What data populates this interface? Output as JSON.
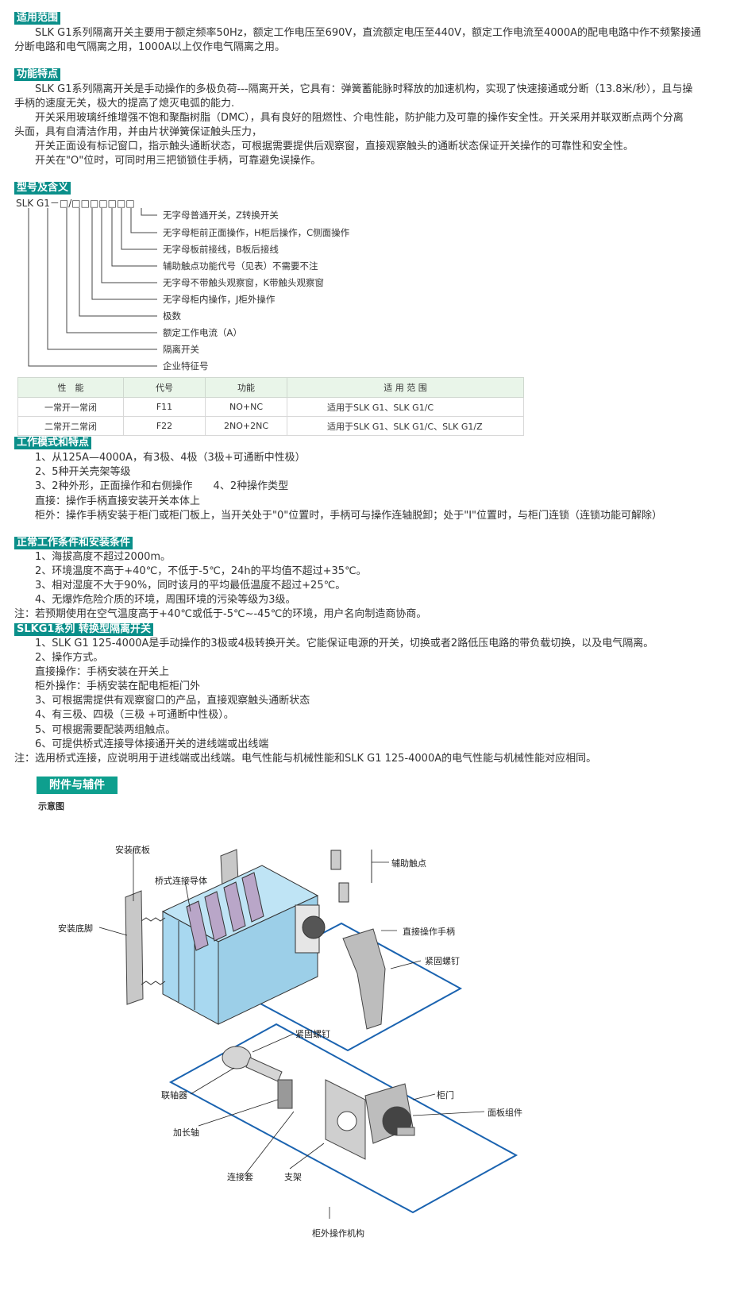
{
  "colors": {
    "section_bg": "#0a8f8a",
    "table_header_bg": "#e9f5e9",
    "diagram_fill": "#a8d8f0",
    "frame_blue": "#1a63b0"
  },
  "scope": {
    "title": "适用范围",
    "lines": [
      "SLK G1系列隔离开关主要用于额定频率50Hz，额定工作电压至690V，直流额定电压至440V，额定工作电流至4000A的配电电路中作不频繁接通",
      "分断电路和电气隔离之用，1000A以上仅作电气隔离之用。"
    ]
  },
  "features": {
    "title": "功能特点",
    "lines": [
      "SLK G1系列隔离开关是手动操作的多极负荷---隔离开关，它具有：弹簧蓄能脉时释放的加速机构，实现了快速接通或分断（13.8米/秒），且与操",
      "手柄的速度无关，极大的提高了熄灭电弧的能力.",
      "开关采用玻璃纤维增强不饱和聚酯树脂（DMC），具有良好的阻燃性、介电性能，防护能力及可靠的操作安全性。开关采用并联双断点两个分离",
      "头面，具有自清洁作用，并由片状弹簧保证触头压力，",
      "开关正面设有标记窗口，指示触头通断状态，可根据需要提供后观察窗，直接观察触头的通断状态保证开关操作的可靠性和安全性。",
      "开关在\"O\"位时，可同时用三把锁锁住手柄，可靠避免误操作。"
    ]
  },
  "model": {
    "title": "型号及含义",
    "code": "SLK G1－□/□□□□□□□",
    "items": [
      "无字母普通开关，Z转换开关",
      "无字母柜前正面操作，H柜后操作，C侧面操作",
      "无字母板前接线，B板后接线",
      "辅助触点功能代号（见表）不需要不注",
      "无字母不带触头观察窗，K带触头观察窗",
      "无字母柜内操作，J柜外操作",
      "极数",
      "额定工作电流（A）",
      "隔离开关",
      "企业特征号"
    ]
  },
  "table": {
    "headers": [
      "性　能",
      "代号",
      "功能",
      "适 用 范 围"
    ],
    "rows": [
      [
        "一常开一常闭",
        "F11",
        "NO+NC",
        "适用于SLK G1、SLK G1/C"
      ],
      [
        "二常开二常闭",
        "F22",
        "2NO+2NC",
        "适用于SLK G1、SLK G1/C、SLK G1/Z"
      ]
    ]
  },
  "modes": {
    "title": "工作模式和特点",
    "lines": [
      "1、从125A—4000A，有3极、4极（3极+可通断中性极）",
      "2、5种开关壳架等级",
      "3、2种外形，正面操作和右侧操作　　4、2种操作类型",
      "直接：操作手柄直接安装开关本体上",
      "柜外：操作手柄安装于柜门或柜门板上，当开关处于\"0\"位置时，手柄可与操作连轴脱卸；处于\"I\"位置时，与柜门连锁（连锁功能可解除）"
    ]
  },
  "conditions": {
    "title": "正常工作条件和安装条件",
    "lines": [
      "1、海拔高度不超过2000m。",
      "2、环境温度不高于+40℃，不低于-5℃，24h的平均值不超过+35℃。",
      "3、相对湿度不大于90%，同时该月的平均最低温度不超过+25℃。",
      "4、无爆炸危险介质的环境，周围环境的污染等级为3级。"
    ],
    "note": "注：若预期使用在空气温度高于+40℃或低于-5℃~-45℃的环境，用户名向制造商协商。"
  },
  "transfer": {
    "title": "SLKG1系列 转换型隔离开关",
    "lines": [
      "1、SLK G1 125-4000A是手动操作的3极或4极转换开关。它能保证电源的开关，切换或者2路低压电路的带负载切换，以及电气隔离。",
      "2、操作方式。",
      "直接操作：手柄安装在开关上",
      "柜外操作：手柄安装在配电柜柜门外",
      "3、可根据需提供有观察窗口的产品，直接观察触头通断状态",
      "4、有三极、四极（三极 +可通断中性极）。",
      "5、可根据需要配装两组触点。",
      "6、可提供桥式连接导体接通开关的进线端或出线端"
    ],
    "note": "注：选用桥式连接，应说明用于进线端或出线端。电气性能与机械性能和SLK G1 125-4000A的电气性能与机械性能对应相同。"
  },
  "accessories": {
    "title": "附件与辅件",
    "diagram_caption": "示意图",
    "labels": {
      "mount_plate": "安装底板",
      "bridge": "桥式连接导体",
      "aux_contact": "辅助触点",
      "mount_foot": "安装底脚",
      "direct_handle": "直接操作手柄",
      "screw1": "紧固螺钉",
      "screw2": "紧固螺钉",
      "coupling": "联轴器",
      "door": "柜门",
      "panel": "面板组件",
      "ext_shaft": "加长轴",
      "sleeve": "连接套",
      "bracket": "支架",
      "external_mech": "柜外操作机构"
    }
  }
}
